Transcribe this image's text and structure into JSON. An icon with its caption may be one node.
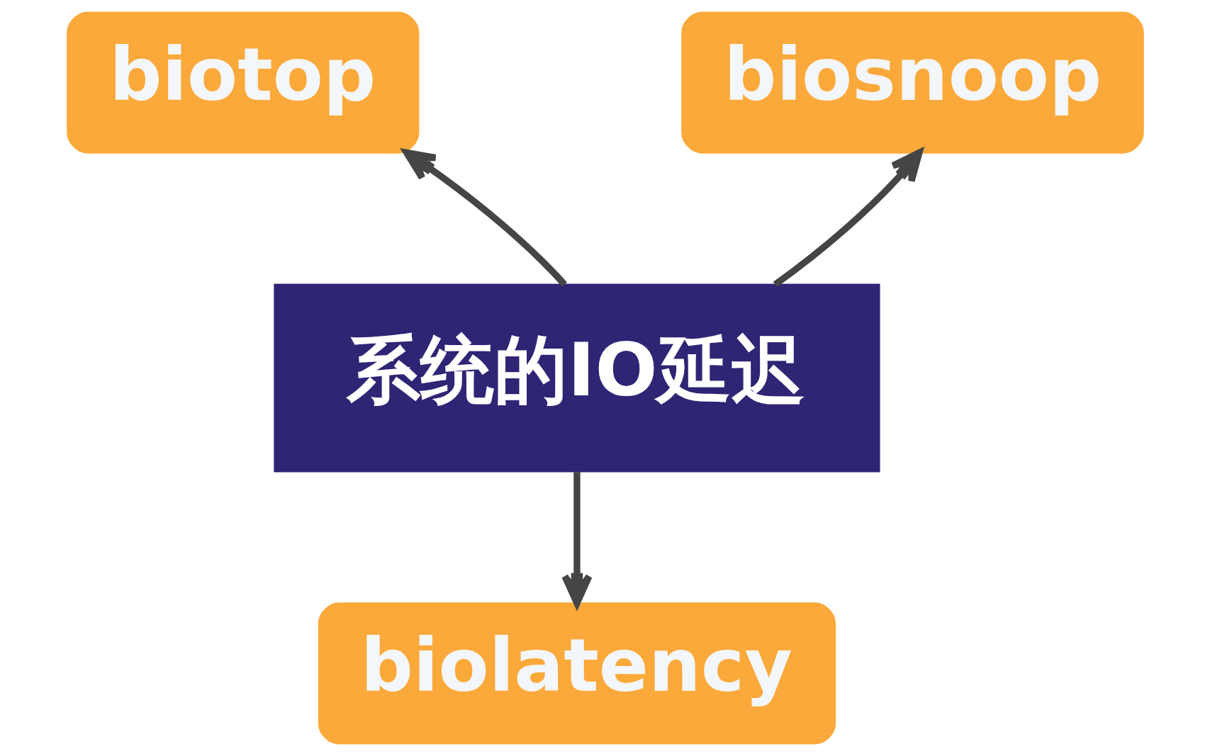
{
  "diagram": {
    "nodes": [
      {
        "text": [
          "biotop"
        ]
      },
      {
        "text": [
          "biosnoop"
        ]
      },
      {
        "text": [
          "系统的IO延迟"
        ]
      },
      {
        "text": [
          "biolatency"
        ]
      }
    ],
    "edges": [
      {
        "from": 2,
        "to": 0,
        "arrow": "to"
      },
      {
        "from": 2,
        "to": 1,
        "arrow": "to"
      },
      {
        "from": 2,
        "to": 3,
        "arrow": "to"
      }
    ]
  }
}
